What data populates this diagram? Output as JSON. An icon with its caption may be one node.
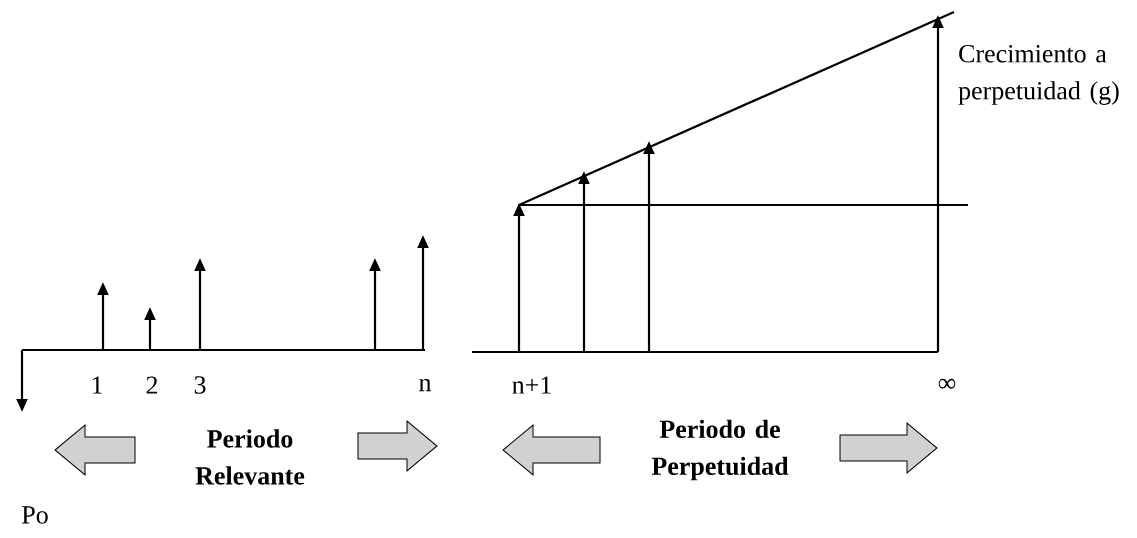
{
  "diagram": {
    "labels": [
      "Crecimiento a perpetuidad (g)",
      "1",
      "2",
      "3",
      "n",
      "n+1",
      "∞",
      "Periodo Relevante",
      "Periodo de Perpetuidad",
      "Po"
    ]
  }
}
